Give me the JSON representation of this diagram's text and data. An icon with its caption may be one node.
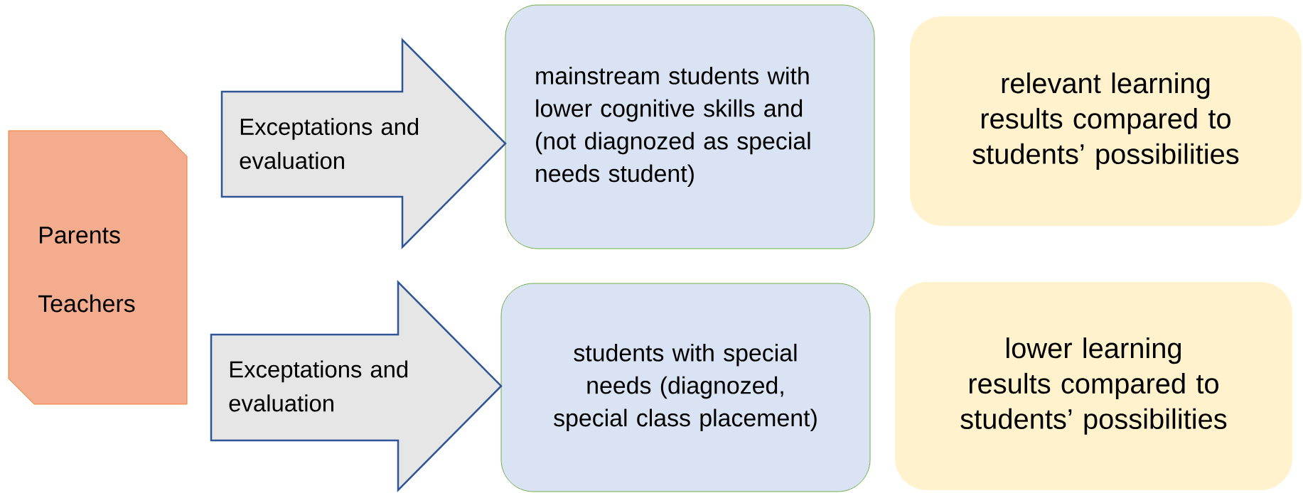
{
  "diagram": {
    "nodes": [
      {
        "text": [
          "Parents",
          "Teachers"
        ]
      },
      {
        "text": [
          "mainstream students with lower cognitive skills and (not diagnozed as special needs student)"
        ]
      },
      {
        "text": [
          "relevant learning results compared to students’ possibilities"
        ]
      },
      {
        "text": [
          "students with special needs (diagnozed, special class placement)"
        ]
      },
      {
        "text": [
          "lower learning results compared to students’ possibilities"
        ]
      }
    ],
    "edges": [
      {
        "from": 0,
        "to": 1,
        "arrow": "to",
        "label": "Exceptations and evaluation"
      },
      {
        "from": 0,
        "to": 3,
        "arrow": "to",
        "label": "Exceptations and evaluation"
      }
    ]
  }
}
